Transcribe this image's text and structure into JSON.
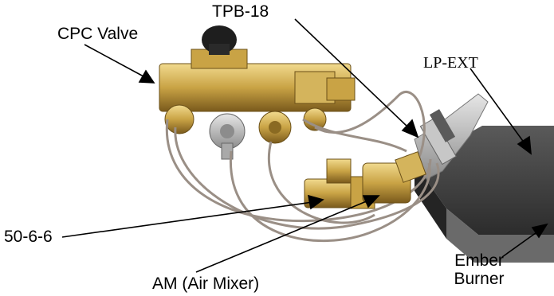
{
  "labels": {
    "cpc_valve": "CPC Valve",
    "tpb_18": "TPB-18",
    "lp_ext": "LP-EXT",
    "part_50_6_6": "50-6-6",
    "am": "AM (Air Mixer)",
    "ember_line1": "Ember",
    "ember_line2": "Burner"
  },
  "colors": {
    "brass": "#c9a345",
    "brass_dark": "#8a6a22",
    "steel": "#a9a9a9",
    "burner": "#3f3f3f",
    "tube": "#9a8f86"
  }
}
